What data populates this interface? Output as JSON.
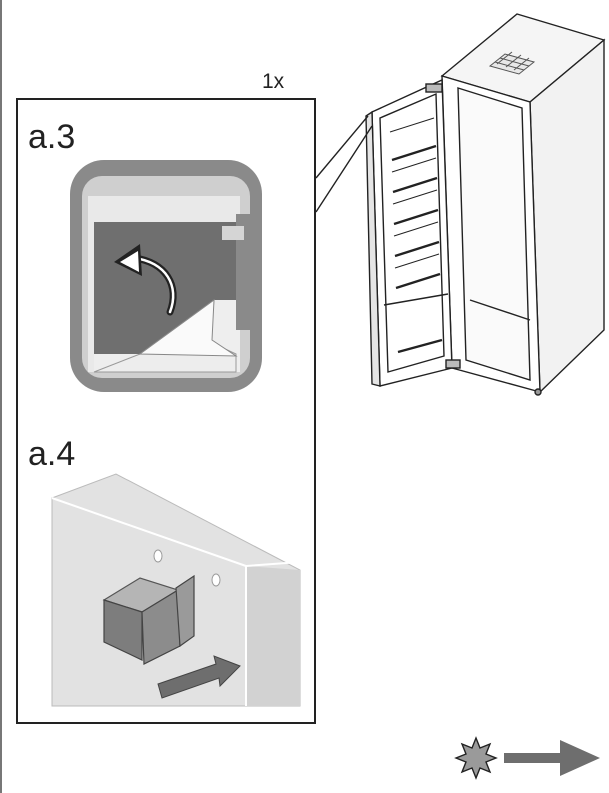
{
  "instruction": {
    "quantity": "1x",
    "steps": [
      {
        "id": "a.3",
        "label": "a.3"
      },
      {
        "id": "a.4",
        "label": "a.4"
      }
    ]
  },
  "icons": {
    "peel-film": "peel-protective-film-icon",
    "slide-bracket": "slide-bracket-icon",
    "next": "next-step-arrow-icon"
  },
  "colors": {
    "line": "#222222",
    "panel_gray": "#d9d9d9",
    "dark_gray": "#8a8a8a",
    "arrow_gray": "#6e6e6e"
  }
}
